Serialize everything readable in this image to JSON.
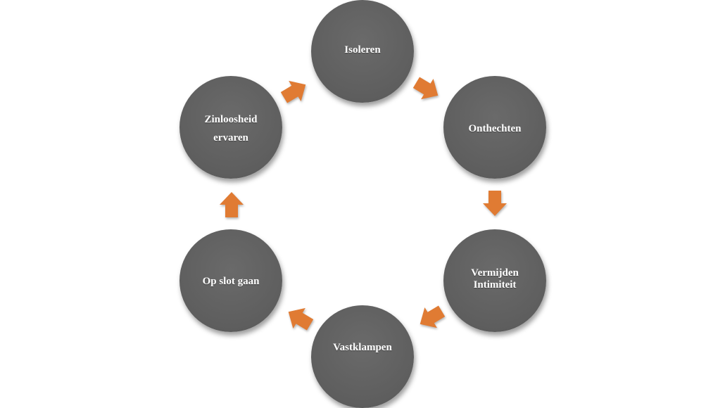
{
  "diagram": {
    "type": "cycle",
    "nodes": [
      {
        "id": "n1",
        "label": "Isoleren"
      },
      {
        "id": "n2",
        "label": "Onthechten"
      },
      {
        "id": "n3",
        "label": "Vermijden Intimiteit"
      },
      {
        "id": "n4",
        "label": "Vastklampen"
      },
      {
        "id": "n5",
        "label": "Op slot gaan"
      },
      {
        "id": "n6",
        "label": "Zinloosheid ervaren"
      }
    ],
    "edges": [
      {
        "from": "n1",
        "to": "n2"
      },
      {
        "from": "n2",
        "to": "n3"
      },
      {
        "from": "n3",
        "to": "n4"
      },
      {
        "from": "n4",
        "to": "n5"
      },
      {
        "from": "n5",
        "to": "n6"
      },
      {
        "from": "n6",
        "to": "n1"
      }
    ],
    "colors": {
      "node_fill": "#5e5e5e",
      "node_text": "#ffffff",
      "arrow_fill": "#e07b33",
      "background": "#ffffff"
    }
  }
}
